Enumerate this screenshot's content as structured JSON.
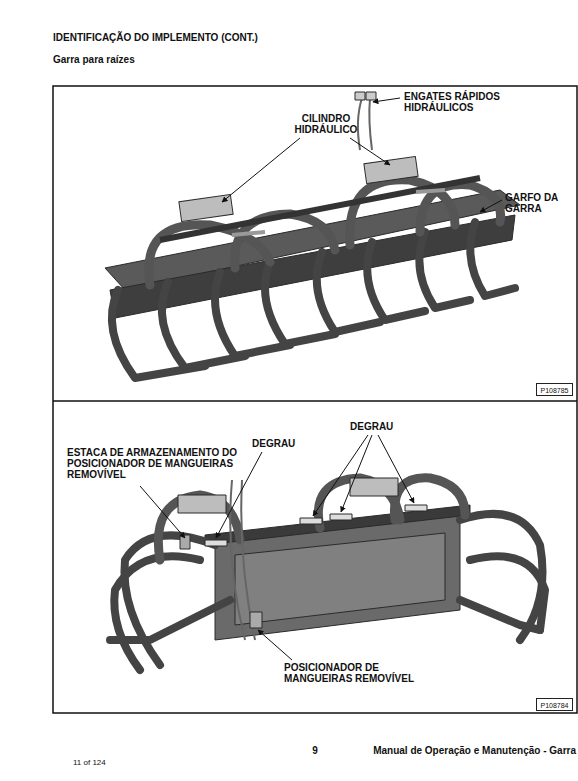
{
  "diagram": {
    "title": "IDENTIFICAÇÃO DO IMPLEMENTO (CONT.)",
    "nodes": [
      {
        "text": [
          "P108785"
        ]
      },
      {
        "text": [
          "P108784"
        ]
      }
    ],
    "labels": [
      "Garra para raízes",
      "ENGATES RÁPIDOS HIDRÁULICOS",
      "CILINDRO HIDRÁULICO",
      "GARFO DA GARRA",
      "ESTACA DE ARMAZENAMENTO DO POSICIONADOR DE MANGUEIRAS REMOVÍVEL",
      "DEGRAU",
      "DEGRAU",
      "POSICIONADOR DE MANGUEIRAS REMOVÍVEL",
      "9",
      "Manual de Operação e Manutenção - Garra",
      "11 of 124"
    ]
  }
}
